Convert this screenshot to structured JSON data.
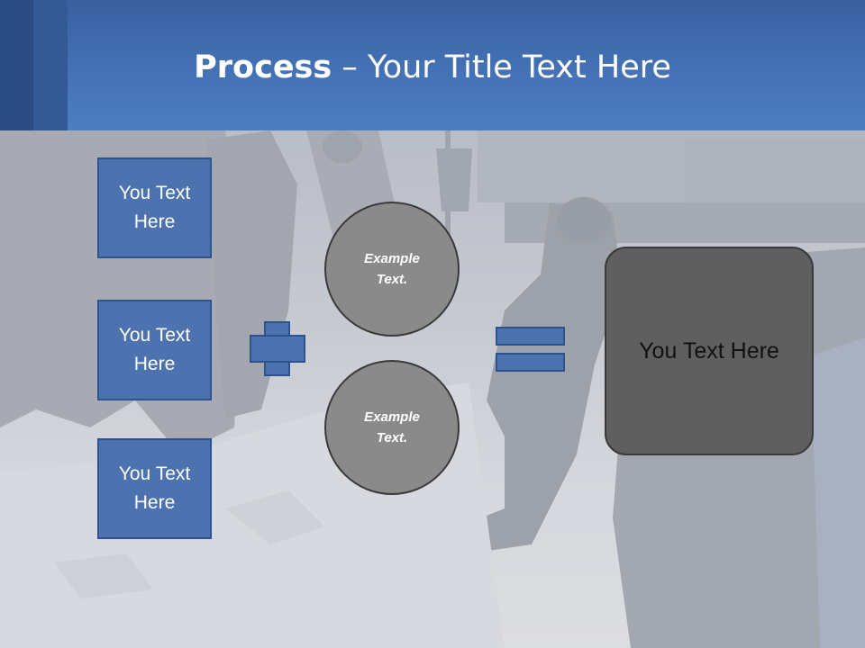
{
  "slide": {
    "title_bold": "Process",
    "title_sep": " – ",
    "title_rest": "Your Title Text Here"
  },
  "boxes": [
    {
      "label": "You Text Here"
    },
    {
      "label": "You Text Here"
    },
    {
      "label": "You Text Here"
    }
  ],
  "circles": [
    {
      "label": "Example Text."
    },
    {
      "label": "Example Text."
    }
  ],
  "result": {
    "label": "You Text Here"
  },
  "colors": {
    "header": "#4472b5",
    "box_fill": "#4d72b0",
    "box_border": "#2f528f",
    "circle_fill": "#8a8a8a",
    "result_fill": "#5f5f5f"
  }
}
